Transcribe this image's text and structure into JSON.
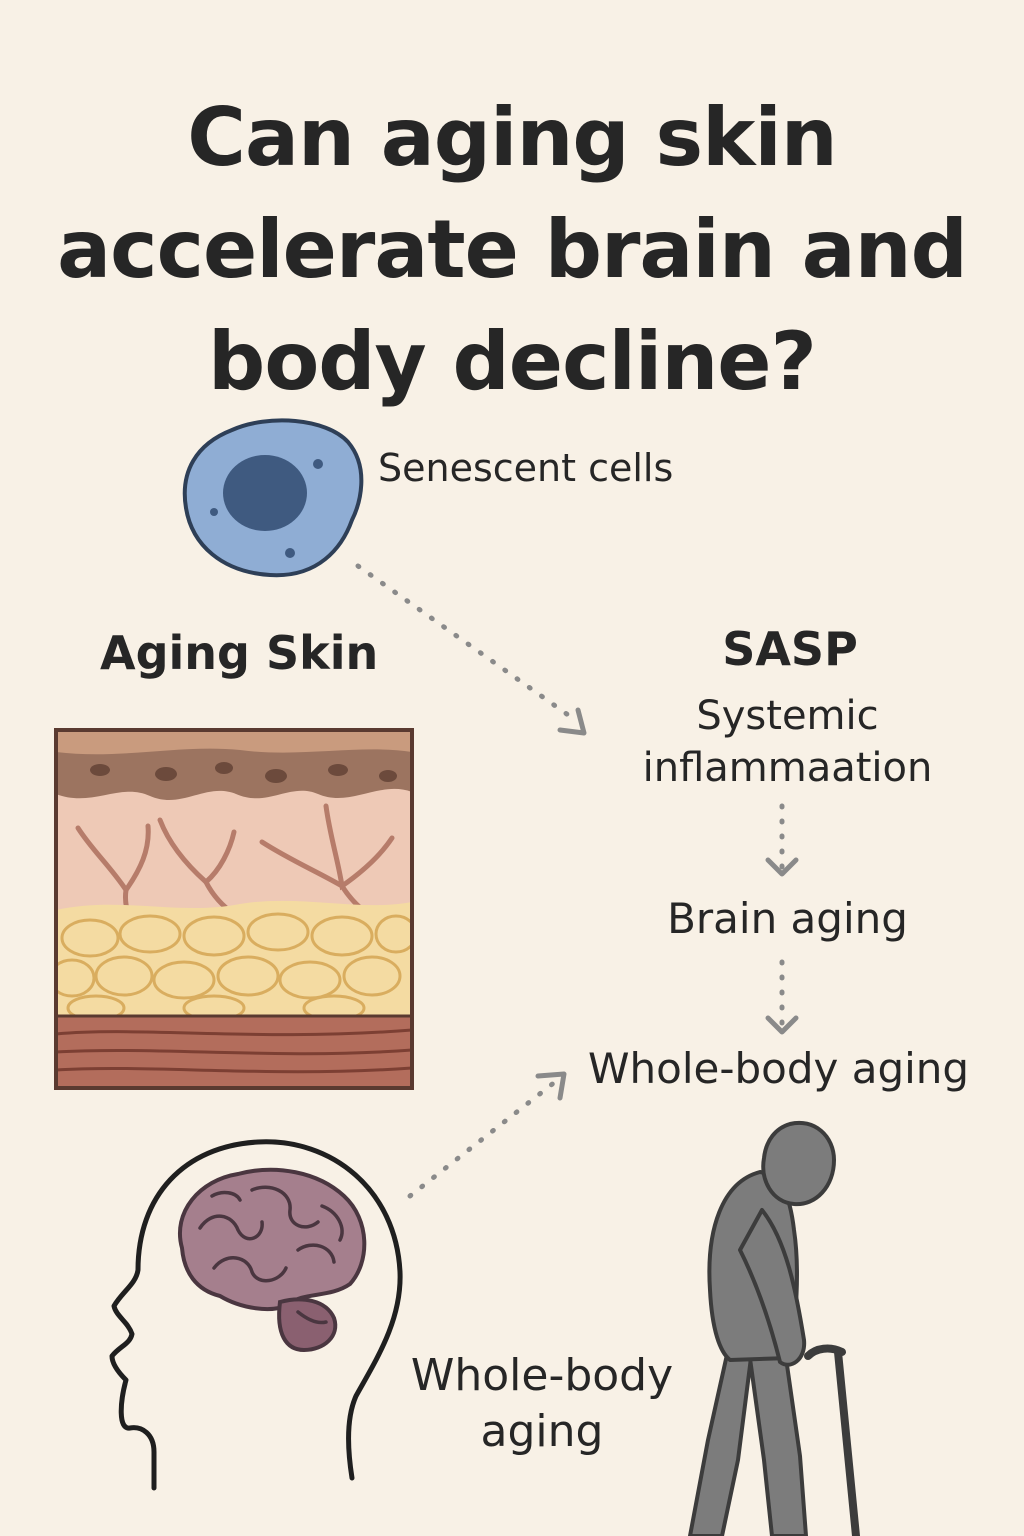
{
  "title": {
    "line1": "Can aging skin",
    "line2": "accelerate brain and",
    "line3": "body decline?"
  },
  "labels": {
    "senescent_cells": "Senescent cells",
    "aging_skin": "Aging Skin",
    "sasp": "SASP",
    "systemic_line1": "Systemic",
    "systemic_line2": "inflammaation",
    "brain_aging": "Brain aging",
    "whole_body_aging": "Whole-body aging",
    "whole_body_line1": "Whole-body",
    "whole_body_line2": "aging"
  },
  "colors": {
    "background": "#f8f1e6",
    "cell_fill": "#8fadd4",
    "cell_nucleus": "#3f5a80",
    "epidermis": "#9c7460",
    "dermis": "#eec9b6",
    "fat": "#f4dba2",
    "muscle": "#b36d5c",
    "brain": "#a57f8d",
    "figure": "#7c7c7c",
    "arrow": "#8a8a8a"
  },
  "icons": {
    "cell": "senescent-cell-icon",
    "skin": "skin-cross-section-icon",
    "head": "head-brain-icon",
    "person": "elderly-person-with-cane-icon"
  }
}
